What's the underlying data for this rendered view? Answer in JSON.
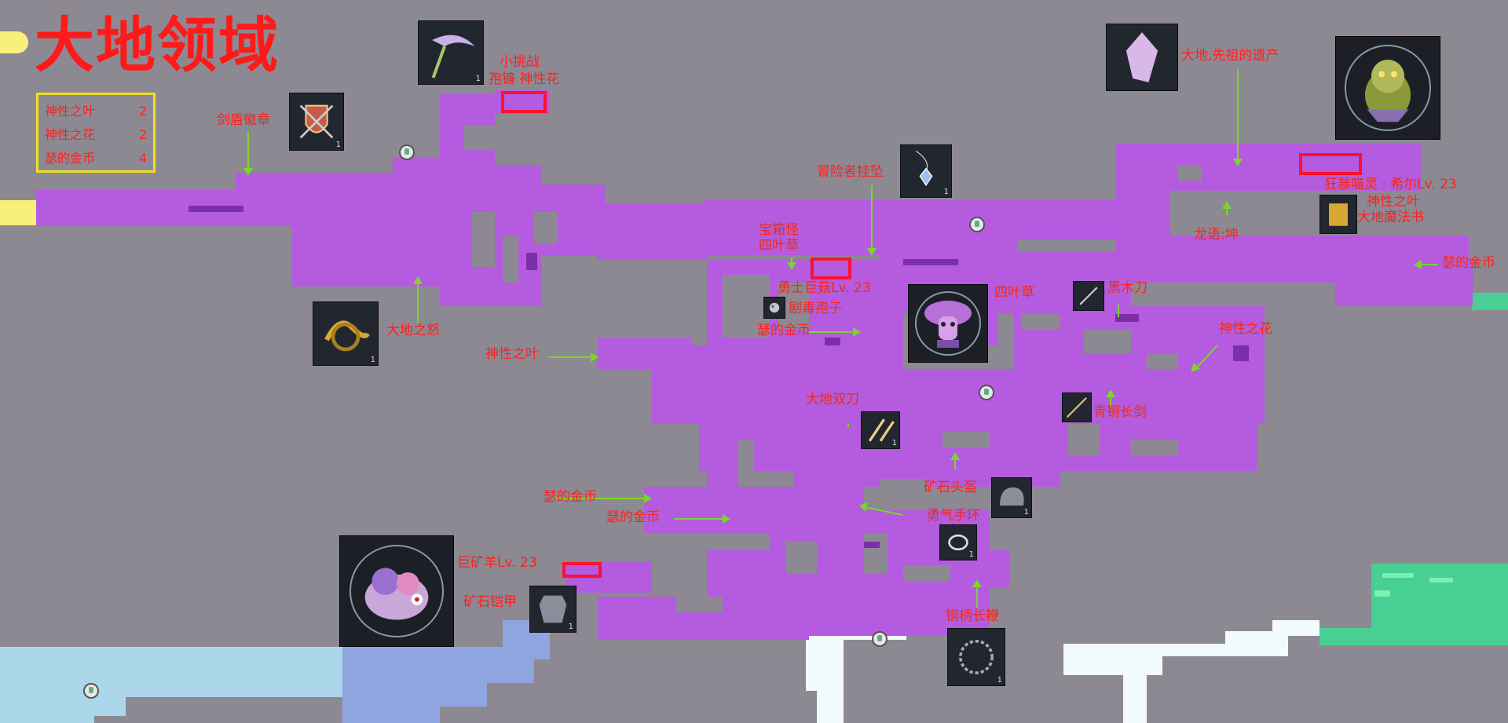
{
  "title": "大地领域",
  "summary": {
    "items": [
      {
        "name": "神性之叶",
        "count": "2"
      },
      {
        "name": "神性之花",
        "count": "2"
      },
      {
        "name": "瑟的金币",
        "count": "4"
      }
    ]
  },
  "labels": {
    "sword_shield_badge": "剑盾徽章",
    "small_challenge": "小挑战",
    "scythe_flower": "孢镰  神性花",
    "earth_wrath": "大地之怒",
    "divine_leaf_left": "神性之叶",
    "adventurer_pendant": "冒险者挂坠",
    "mimic": "宝箱怪",
    "clover_top": "四叶草",
    "warrior_mushroom": "勇士巨菇Lv. 23",
    "toxic_spore": "剧毒孢子",
    "coin_mid": "瑟的金币",
    "clover_center": "四叶草",
    "ebony_blade": "黑木刀",
    "divine_flower_right": "神性之花",
    "earth_dual_blades": "大地双刀",
    "bronze_longsword": "青铜长剑",
    "coin_lower_left": "瑟的金币",
    "coin_lower_left2": "瑟的金币",
    "ore_helmet": "矿石头盔",
    "courage_bracelet": "勇气手环",
    "giant_ore_sheep": "巨矿羊Lv. 23",
    "ore_armor": "矿石铠甲",
    "copper_whip": "铜柄长鞭",
    "earth_legacy": "大地,先祖的遗产",
    "frenzy_cat": "狂暴喵灵 · 希尔Lv. 23",
    "divine_leaf_right": "神性之叶",
    "earth_magic_book": "大地魔法书",
    "dragon_tongue": "龙语:坤",
    "coin_right": "瑟的金币"
  },
  "icon_qty": "1",
  "colors": {
    "background": "#8d8993",
    "explored_region": "#b45bdf",
    "adjacent_region_blue": "#8fa5df",
    "adjacent_region_lightblue": "#acd6ea",
    "adjacent_region_white": "#f2fbfc",
    "adjacent_region_green": "#48cf93",
    "annotation_text": "#ff2020",
    "arrow": "#7ad62a",
    "summary_border": "#f0e020"
  }
}
